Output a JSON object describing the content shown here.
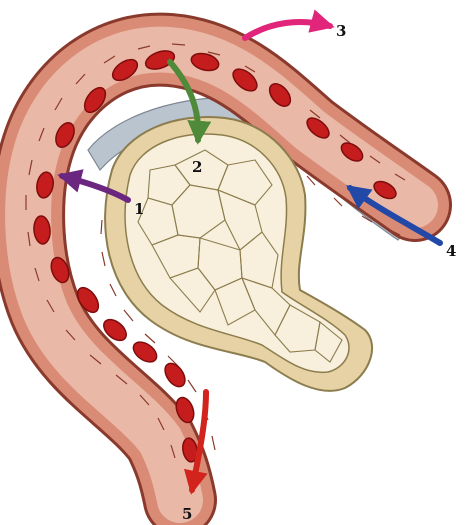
{
  "labels": {
    "l1": "1",
    "l2": "2",
    "l3": "3",
    "l4": "4",
    "l5": "5"
  },
  "colors": {
    "vessel_wall": "#c8715f",
    "vessel_lumen": "#eab8a6",
    "vessel_outline": "#8a3a2c",
    "red_cell": "#c51d1d",
    "red_cell_dark": "#7e0c0c",
    "endothelium": "#d98b75",
    "alveolus_fill": "#f8f0dc",
    "alveolus_cell_lines": "#8c7d4e",
    "alveolus_wall": "#e6d2a4",
    "alveolus_inner": "#fbf7ec",
    "interstitium": "#b9c4cf",
    "arrow_1": "#6b2680",
    "arrow_2": "#4f8a3a",
    "arrow_3": "#e0257a",
    "arrow_4": "#2349a8",
    "arrow_5": "#d2231d"
  },
  "icons": {
    "arrow_1": "curved-arrow-left",
    "arrow_2": "curved-arrow-down",
    "arrow_3": "curved-arrow-right",
    "arrow_4": "curved-arrow-up-left",
    "arrow_5": "straight-arrow-down"
  }
}
